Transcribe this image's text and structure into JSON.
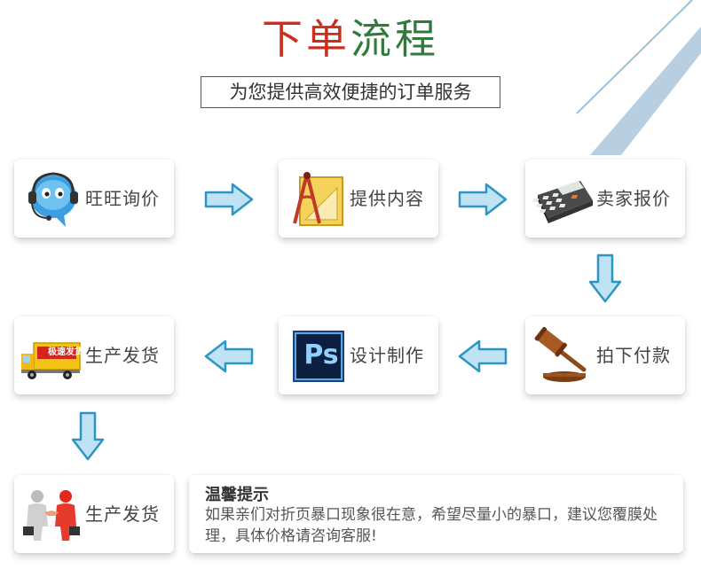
{
  "title": {
    "part1": "下单",
    "part2": "流程"
  },
  "colors": {
    "title_red": "#c8301d",
    "title_green": "#2f7a3c",
    "arrow_fill": "#bfe3f2",
    "arrow_stroke": "#2d95c4"
  },
  "subtitle": "为您提供高效便捷的订单服务",
  "steps": [
    {
      "label": "旺旺询价",
      "icon": "chat-mascot-icon"
    },
    {
      "label": "提供内容",
      "icon": "drafting-tools-icon"
    },
    {
      "label": "卖家报价",
      "icon": "calculator-icon"
    },
    {
      "label": "拍下付款",
      "icon": "gavel-icon"
    },
    {
      "label": "设计制作",
      "icon": "photoshop-icon"
    },
    {
      "label": "生产发货",
      "icon": "delivery-truck-icon"
    },
    {
      "label": "生产发货",
      "icon": "handshake-icon"
    }
  ],
  "truck_text": "极速发货",
  "ps_text": "Ps",
  "notice": {
    "title": "温馨提示",
    "text": "如果亲们对折页暴口现象很在意，希望尽量小的暴口，建议您覆膜处理，具体价格请咨询客服!"
  }
}
